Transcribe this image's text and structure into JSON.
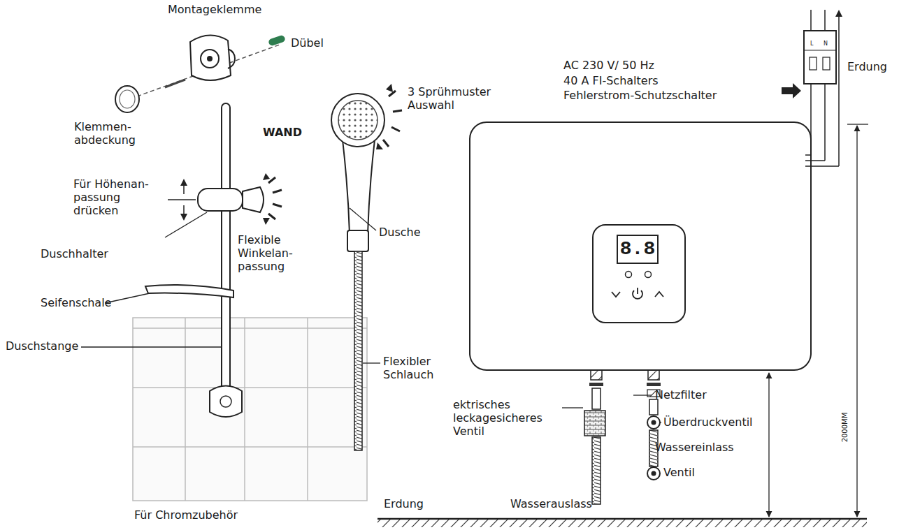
{
  "diagram": {
    "nodes": [
      {
        "text": [
          "8.8"
        ]
      }
    ],
    "labels": [
      "Montageklemme",
      "Dübel",
      "Klemmen- abdeckung",
      "WAND",
      "3 Sprühmuster Auswahl",
      "Für Höhenan- passung drücken",
      "Duschhalter",
      "Flexible Winkelan- passung",
      "Dusche",
      "Seifenschale",
      "Duschstange",
      "Flexibler Schlauch",
      "ektrisches leckagesicheres Ventil",
      "Für Chromzubehör",
      "AC 230 V/ 50 Hz",
      "40 A FI-Schalters",
      "Fehlerstrom-Schutzschalter",
      "L",
      "N",
      "Erdung",
      "Netzfilter",
      "Überdruckventil",
      "Wassereinlass",
      "Ventil",
      "2000MM",
      "Erdung",
      "Wasserauslass"
    ]
  }
}
